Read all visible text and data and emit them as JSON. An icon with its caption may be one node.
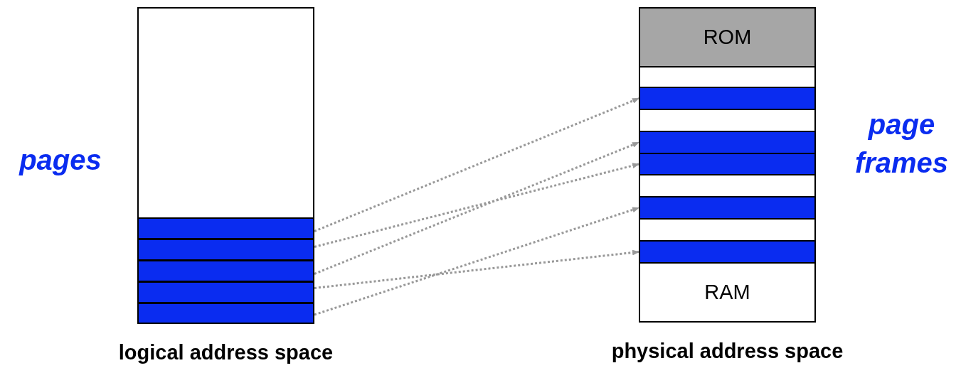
{
  "diagram": {
    "nodes": [
      {
        "text": [
          "logical address space"
        ]
      },
      {
        "text": [],
        "shape": "box",
        "in": 0
      },
      {
        "text": [],
        "shape": "box",
        "in": 0
      },
      {
        "text": [],
        "shape": "box",
        "in": 0
      },
      {
        "text": [],
        "shape": "box",
        "in": 0
      },
      {
        "text": [],
        "shape": "box",
        "in": 0
      },
      {
        "text": [
          "physical address space"
        ]
      },
      {
        "text": [
          "ROM"
        ],
        "in": 6
      },
      {
        "text": [],
        "shape": "box",
        "in": 6
      },
      {
        "text": [],
        "shape": "box",
        "in": 6
      },
      {
        "text": [],
        "shape": "box",
        "in": 6
      },
      {
        "text": [],
        "shape": "box",
        "in": 6
      },
      {
        "text": [],
        "shape": "box",
        "in": 6
      },
      {
        "text": [
          "RAM"
        ],
        "in": 6
      }
    ],
    "edges": [
      {
        "from": 1,
        "to": 8,
        "arrow": "to",
        "style": "dashed"
      },
      {
        "from": 2,
        "to": 10,
        "arrow": "to",
        "style": "dashed"
      },
      {
        "from": 3,
        "to": 9,
        "arrow": "to",
        "style": "dashed"
      },
      {
        "from": 4,
        "to": 12,
        "arrow": "to",
        "style": "dashed"
      },
      {
        "from": 5,
        "to": 11,
        "arrow": "to",
        "style": "dashed"
      }
    ],
    "labels": [
      "pages",
      "page frames"
    ]
  }
}
